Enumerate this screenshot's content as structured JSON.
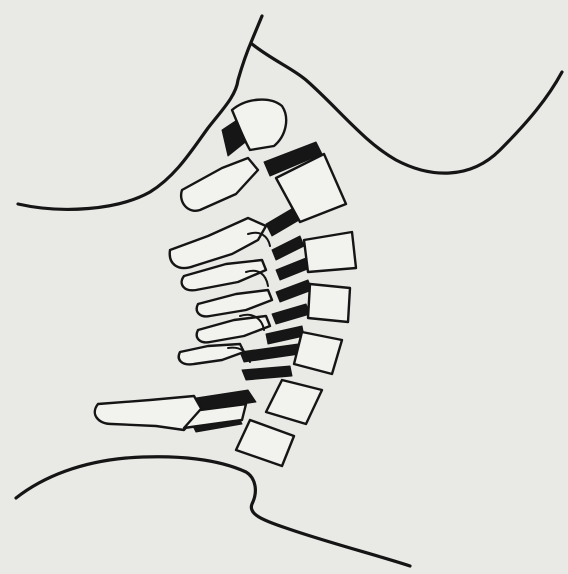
{
  "figure": {
    "background": "#e9eae6",
    "ink": "#151515",
    "bone_fill": "#f2f2ee",
    "subject": "cervical-spine-lateral-outline"
  },
  "structures": {
    "outline": [
      "skull-base-and-back-of-neck",
      "jaw-and-front-of-neck",
      "shoulder-line"
    ],
    "vertebra_bodies": [
      "C1",
      "C2",
      "C3",
      "C4",
      "C5",
      "C6",
      "C7"
    ],
    "spinous_processes": [
      "C1",
      "C2",
      "C3",
      "C4",
      "C5",
      "C6",
      "C7"
    ],
    "disc_spaces_shown": 12
  }
}
